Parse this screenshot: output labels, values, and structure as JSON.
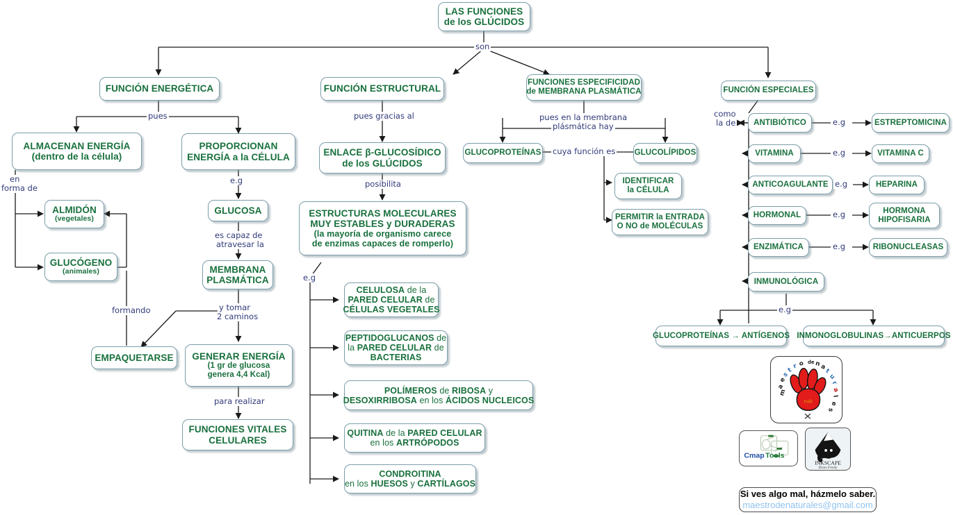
{
  "title": "LAS FUNCIONES de los GLÚCIDOS",
  "colors": {
    "node_text": "#18703d",
    "node_border": "#7c9da9",
    "link_label": "#303a7a",
    "edge": "#1a1a1a",
    "paw_red": "#e21b1b",
    "email": "#8fc3ef"
  },
  "nodes": {
    "root": {
      "l1": "LAS FUNCIONES",
      "l2": "de los GLÚCIDOS"
    },
    "energetica": {
      "l1": "FUNCIÓN ENERGÉTICA"
    },
    "estructural": {
      "l1": "FUNCIÓN ESTRUCTURAL"
    },
    "especificidad": {
      "l1": "FUNCIONES ESPECIFICIDAD",
      "l2": "de MEMBRANA PLASMÁTICA"
    },
    "especiales": {
      "l1": "FUNCIÓN ESPECIALES"
    },
    "almacenan": {
      "l1": "ALMACENAN ENERGÍA",
      "l2": "(dentro de la célula)"
    },
    "proporcionan": {
      "l1": "PROPORCIONAN",
      "l2": "ENERGÍA a la CÉLULA"
    },
    "almidon": {
      "l1": "ALMIDÓN",
      "l2": "(vegetales)"
    },
    "glucogeno": {
      "l1": "GLUCÓGENO",
      "l2": "(animales)"
    },
    "glucosa": {
      "l1": "GLUCOSA"
    },
    "membrana": {
      "l1": "MEMBRANA",
      "l2": "PLASMÁTICA"
    },
    "empaquetarse": {
      "l1": "EMPAQUETARSE"
    },
    "generar": {
      "l1": "GENERAR ENERGÍA",
      "l2": "(1 gr de glucosa",
      "l3": "genera 4,4 Kcal)"
    },
    "vitales": {
      "l1": "FUNCIONES VITALES",
      "l2": "CELULARES"
    },
    "enlace": {
      "l1": "ENLACE β-GLUCOSÍDICO",
      "l2": "de los GLÚCIDOS"
    },
    "estructuras": {
      "l1": "ESTRUCTURAS MOLECULARES",
      "l2": "MUY ESTABLES y DURADERAS",
      "l3": "(la mayoría de organismo carece",
      "l4": "de enzimas capaces de romperlo)"
    },
    "celulosa": {
      "a": "CELULOSA",
      "b": " de la",
      "c": "PARED CELULAR",
      "d": " de",
      "e": "CÉLULAS VEGETALES"
    },
    "peptidoglucanos": {
      "a": "PEPTIDOGLUCANOS",
      "b": " de",
      "c": "la ",
      "d": "PARED CELULAR",
      "e": " de",
      "f": "BACTERIAS"
    },
    "polimeros": {
      "a": "POLÍMEROS",
      "b": " de ",
      "c": "RIBOSA",
      "d": " y",
      "e": "DESOXIRRIBOSA",
      "f": " en los ",
      "g": "ÁCIDOS NUCLEICOS"
    },
    "quitina": {
      "a": "QUITINA",
      "b": " de la ",
      "c": "PARED CELULAR",
      "d": "en los ",
      "e": "ARTRÓPODOS"
    },
    "condroitina": {
      "a": "CONDROITINA",
      "b": "en los ",
      "c": "HUESOS",
      "d": " y ",
      "e": "CARTÍLAGOS"
    },
    "glucoproteinas": {
      "l1": "GLUCOPROTEÍNAS"
    },
    "glucolipidos": {
      "l1": "GLUCOLÍPIDOS"
    },
    "identificar": {
      "l1": "IDENTIFICAR",
      "l2": "la CÉLULA"
    },
    "permitir": {
      "l1": "PERMITIR la ENTRADA",
      "l2": "O NO de MOLÉCULAS"
    },
    "antibiotico": {
      "l1": "ANTIBIÓTICO"
    },
    "vitamina": {
      "l1": "VITAMINA"
    },
    "anticoagulante": {
      "l1": "ANTICOAGULANTE"
    },
    "hormonal": {
      "l1": "HORMONAL"
    },
    "enzimatica": {
      "l1": "ENZIMÁTICA"
    },
    "inmunologica": {
      "l1": "INMUNOLÓGICA"
    },
    "estreptomicina": {
      "l1": "ESTREPTOMICINA"
    },
    "vitaminac": {
      "l1": "VITAMINA C"
    },
    "heparina": {
      "l1": "HEPARINA"
    },
    "hormona_hip": {
      "l1": "HORMONA",
      "l2": "HIPOFISARIA"
    },
    "ribonucleasas": {
      "l1": "RIBONUCLEASAS"
    },
    "antigenos": {
      "l1": "GLUCOPROTEÍNAS → ANTÍGENOS"
    },
    "anticuerpos": {
      "l1": "INMONOGLOBULINAS→ANTICUERPOS"
    }
  },
  "link_labels": {
    "son": "son",
    "pues": "pues",
    "pues_gracias_al": "pues gracias al",
    "pues_membrana_1": "pues en la membrana",
    "pues_membrana_2": "plásmática hay",
    "como_1": "como",
    "como_2": "la de",
    "en_forma_1": "en",
    "en_forma_2": "forma de",
    "eg_prop": "e.g",
    "es_capaz_1": "es capaz de",
    "es_capaz_2": "atravesar la",
    "y_tomar_1": "y tomar",
    "y_tomar_2": "2 caminos",
    "formando": "formando",
    "para_realizar": "para realizar",
    "posibilita": "posibilita",
    "eg_estructuras": "e.g",
    "cuya_funcion_es": "cuya función es",
    "eg_antibiotico": "e.g",
    "eg_vitamina": "e.g",
    "eg_anticoagulante": "e.g",
    "eg_hormonal": "e.g",
    "eg_enzimatica": "e.g",
    "eg_inmunologica": "e.g"
  },
  "logos": {
    "paw": {
      "text_left": "maestro",
      "text_mid": "de",
      "text_right": "naturales",
      "center_word": "nak"
    },
    "cmap": {
      "label_c": "Cmap",
      "label_t": "Tools"
    },
    "inkscape": {
      "name": "INKSCAPE",
      "tagline": "Draw Freely"
    }
  },
  "footer": {
    "line1": "Si ves algo mal, házmelo saber.",
    "line2": "maestrodenaturales@gmail.com"
  }
}
